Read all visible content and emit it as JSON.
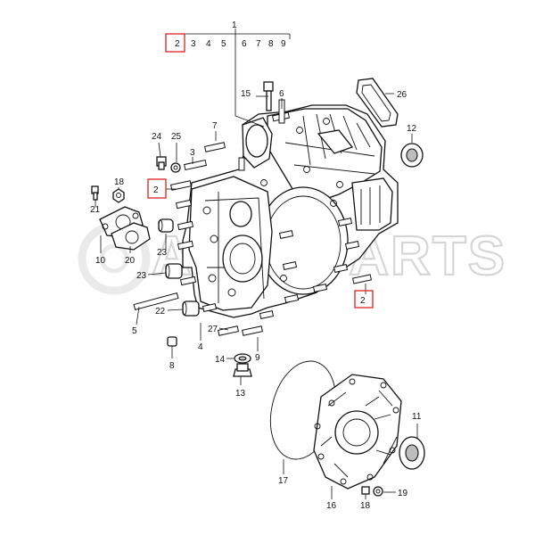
{
  "watermark": "AUTOPARTS",
  "header_sequence": [
    "2",
    "3",
    "4",
    "5",
    "6",
    "7",
    "8",
    "9"
  ],
  "header_top_label": "1",
  "callouts": {
    "c1": "1",
    "c2a": "2",
    "c2b": "2",
    "c3": "3",
    "c4": "4",
    "c5": "5",
    "c6": "6",
    "c7": "7",
    "c8": "8",
    "c9": "9",
    "c10": "10",
    "c11": "11",
    "c12": "12",
    "c13": "13",
    "c14": "14",
    "c15": "15",
    "c16": "16",
    "c17": "17",
    "c18a": "18",
    "c18b": "18",
    "c19": "19",
    "c20": "20",
    "c21": "21",
    "c22": "22",
    "c23a": "23",
    "c23b": "23",
    "c24": "24",
    "c25": "25",
    "c26": "26",
    "c27": "27"
  },
  "highlight_color": "#e02020"
}
